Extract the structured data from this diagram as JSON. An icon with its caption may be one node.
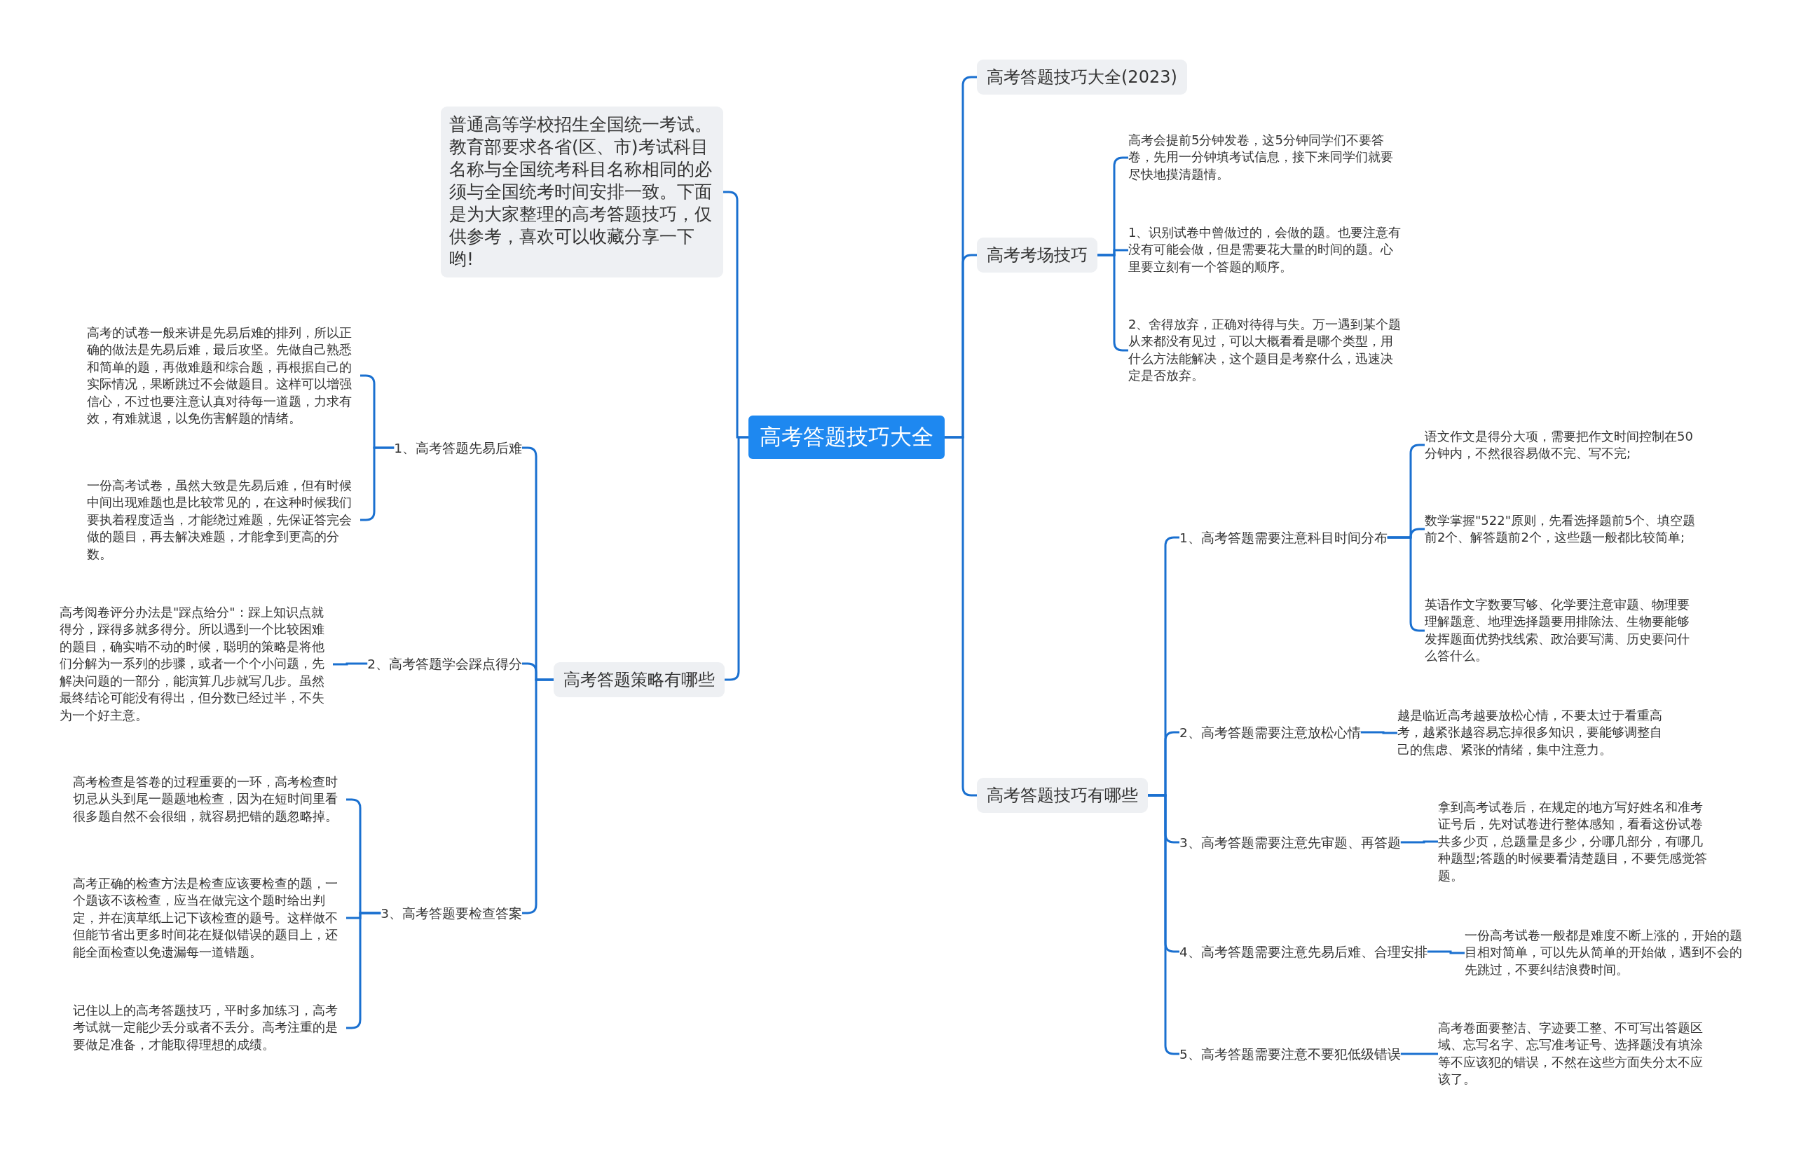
{
  "diagram": {
    "nodes": [
      {
        "text": [
          "高考答题技巧大全"
        ]
      },
      {
        "text": [
          "高考答题技巧大全(2023)"
        ]
      },
      {
        "text": [
          "高考考场技巧"
        ]
      },
      {
        "text": [
          "高考会提前5分钟发卷，这5分钟同学们不要答卷，先用一分钟填考试信息，接下来同学们就要尽快地摸清题情。"
        ]
      },
      {
        "text": [
          "1、识别试卷中曾做过的，会做的题。也要注意有没有可能会做，但是需要花大量的时间的题。心里要立刻有一个答题的顺序。"
        ]
      },
      {
        "text": [
          "2、舍得放弃，正确对待得与失。万一遇到某个题从来都没有见过，可以大概看看是哪个类型，用什么方法能解决，这个题目是考察什么，迅速决定是否放弃。"
        ]
      },
      {
        "text": [
          "高考答题技巧有哪些"
        ]
      },
      {
        "text": [
          "1、高考答题需要注意科目时间分布"
        ]
      },
      {
        "text": [
          "语文作文是得分大项，需要把作文时间控制在50分钟内，不然很容易做不完、写不完;"
        ]
      },
      {
        "text": [
          "数学掌握\"522\"原则，先看选择题前5个、填空题前2个、解答题前2个，这些题一般都比较简单;"
        ]
      },
      {
        "text": [
          "英语作文字数要写够、化学要注意审题、物理要理解题意、地理选择题要用排除法、生物要能够发挥题面优势找线索、政治要写满、历史要问什么答什么。"
        ]
      },
      {
        "text": [
          "2、高考答题需要注意放松心情"
        ]
      },
      {
        "text": [
          "越是临近高考越要放松心情，不要太过于看重高考，越紧张越容易忘掉很多知识，要能够调整自己的焦虑、紧张的情绪，集中注意力。"
        ]
      },
      {
        "text": [
          "3、高考答题需要注意先审题、再答题"
        ]
      },
      {
        "text": [
          "拿到高考试卷后，在规定的地方写好姓名和准考证号后，先对试卷进行整体感知，看看这份试卷共多少页，总题量是多少，分哪几部分，有哪几种题型;答题的时候要看清楚题目，不要凭感觉答题。"
        ]
      },
      {
        "text": [
          "4、高考答题需要注意先易后难、合理安排"
        ]
      },
      {
        "text": [
          "一份高考试卷一般都是难度不断上涨的，开始的题目相对简单，可以先从简单的开始做，遇到不会的先跳过，不要纠结浪费时间。"
        ]
      },
      {
        "text": [
          "5、高考答题需要注意不要犯低级错误"
        ]
      },
      {
        "text": [
          "高考卷面要整洁、字迹要工整、不可写出答题区域、忘写名字、忘写准考证号、选择题没有填涂等不应该犯的错误，不然在这些方面失分太不应该了。"
        ]
      },
      {
        "text": [
          "普通高等学校招生全国统一考试。教育部要求各省(区、市)考试科目名称与全国统考科目名称相同的必须与全国统考时间安排一致。下面是为大家整理的高考答题技巧，仅供参考，喜欢可以收藏分享一下哟!"
        ]
      },
      {
        "text": [
          "高考答题策略有哪些"
        ]
      },
      {
        "text": [
          "1、高考答题先易后难"
        ]
      },
      {
        "text": [
          "高考的试卷一般来讲是先易后难的排列，所以正确的做法是先易后难，最后攻坚。先做自己熟悉和简单的题，再做难题和综合题，再根据自己的实际情况，果断跳过不会做题目。这样可以增强信心，不过也要注意认真对待每一道题，力求有效，有难就退，以免伤害解题的情绪。"
        ]
      },
      {
        "text": [
          "一份高考试卷，虽然大致是先易后难，但有时候中间出现难题也是比较常见的，在这种时候我们要执着程度适当，才能绕过难题，先保证答完会做的题目，再去解决难题，才能拿到更高的分数。"
        ]
      },
      {
        "text": [
          "2、高考答题学会踩点得分"
        ]
      },
      {
        "text": [
          "高考阅卷评分办法是\"踩点给分\"：踩上知识点就得分，踩得多就多得分。所以遇到一个比较困难的题目，确实啃不动的时候，聪明的策略是将他们分解为一系列的步骤，或者一个个小问题，先解决问题的一部分，能演算几步就写几步。虽然最终结论可能没有得出，但分数已经过半，不失为一个好主意。"
        ]
      },
      {
        "text": [
          "3、高考答题要检查答案"
        ]
      },
      {
        "text": [
          "高考检查是答卷的过程重要的一环，高考检查时切忌从头到尾一题题地检查，因为在短时间里看很多题自然不会很细，就容易把错的题忽略掉。"
        ]
      },
      {
        "text": [
          "高考正确的检查方法是检查应该要检查的题，一个题该不该检查，应当在做完这个题时给出判定，并在演草纸上记下该检查的题号。这样做不但能节省出更多时间花在疑似错误的题目上，还能全面检查以免遗漏每一道错题。"
        ]
      },
      {
        "text": [
          "记住以上的高考答题技巧，平时多加练习，高考考试就一定能少丢分或者不丢分。高考注重的是要做足准备，才能取得理想的成绩。"
        ]
      }
    ],
    "edges": [
      {
        "from": 0,
        "to": 1,
        "arrow": "none"
      },
      {
        "from": 0,
        "to": 2,
        "arrow": "none"
      },
      {
        "from": 2,
        "to": 3,
        "arrow": "none"
      },
      {
        "from": 2,
        "to": 4,
        "arrow": "none"
      },
      {
        "from": 2,
        "to": 5,
        "arrow": "none"
      },
      {
        "from": 0,
        "to": 6,
        "arrow": "none"
      },
      {
        "from": 6,
        "to": 7,
        "arrow": "none"
      },
      {
        "from": 7,
        "to": 8,
        "arrow": "none"
      },
      {
        "from": 7,
        "to": 9,
        "arrow": "none"
      },
      {
        "from": 7,
        "to": 10,
        "arrow": "none"
      },
      {
        "from": 6,
        "to": 11,
        "arrow": "none"
      },
      {
        "from": 11,
        "to": 12,
        "arrow": "none"
      },
      {
        "from": 6,
        "to": 13,
        "arrow": "none"
      },
      {
        "from": 13,
        "to": 14,
        "arrow": "none"
      },
      {
        "from": 6,
        "to": 15,
        "arrow": "none"
      },
      {
        "from": 15,
        "to": 16,
        "arrow": "none"
      },
      {
        "from": 6,
        "to": 17,
        "arrow": "none"
      },
      {
        "from": 17,
        "to": 18,
        "arrow": "none"
      },
      {
        "from": 0,
        "to": 19,
        "arrow": "none"
      },
      {
        "from": 0,
        "to": 20,
        "arrow": "none"
      },
      {
        "from": 20,
        "to": 21,
        "arrow": "none"
      },
      {
        "from": 21,
        "to": 22,
        "arrow": "none"
      },
      {
        "from": 21,
        "to": 23,
        "arrow": "none"
      },
      {
        "from": 20,
        "to": 24,
        "arrow": "none"
      },
      {
        "from": 24,
        "to": 25,
        "arrow": "none"
      },
      {
        "from": 20,
        "to": 26,
        "arrow": "none"
      },
      {
        "from": 26,
        "to": 27,
        "arrow": "none"
      },
      {
        "from": 26,
        "to": 28,
        "arrow": "none"
      },
      {
        "from": 26,
        "to": 29,
        "arrow": "none"
      }
    ]
  }
}
